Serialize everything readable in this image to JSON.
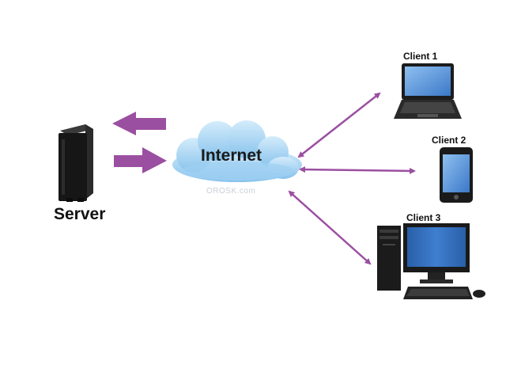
{
  "diagram": {
    "server_label": "Server",
    "internet_label": "Internet",
    "watermark_text": "OROSK.com",
    "clients": [
      {
        "label": "Client 1",
        "device": "laptop-icon"
      },
      {
        "label": "Client 2",
        "device": "smartphone-icon"
      },
      {
        "label": "Client 3",
        "device": "desktop-computer-icon"
      }
    ]
  },
  "colors": {
    "arrow": "#9b4fa1",
    "cloud": "#a9d6f2",
    "cloud_edge": "#7fb5e0",
    "device_dark": "#1c1c1c",
    "screen": "#3d7fd3"
  }
}
